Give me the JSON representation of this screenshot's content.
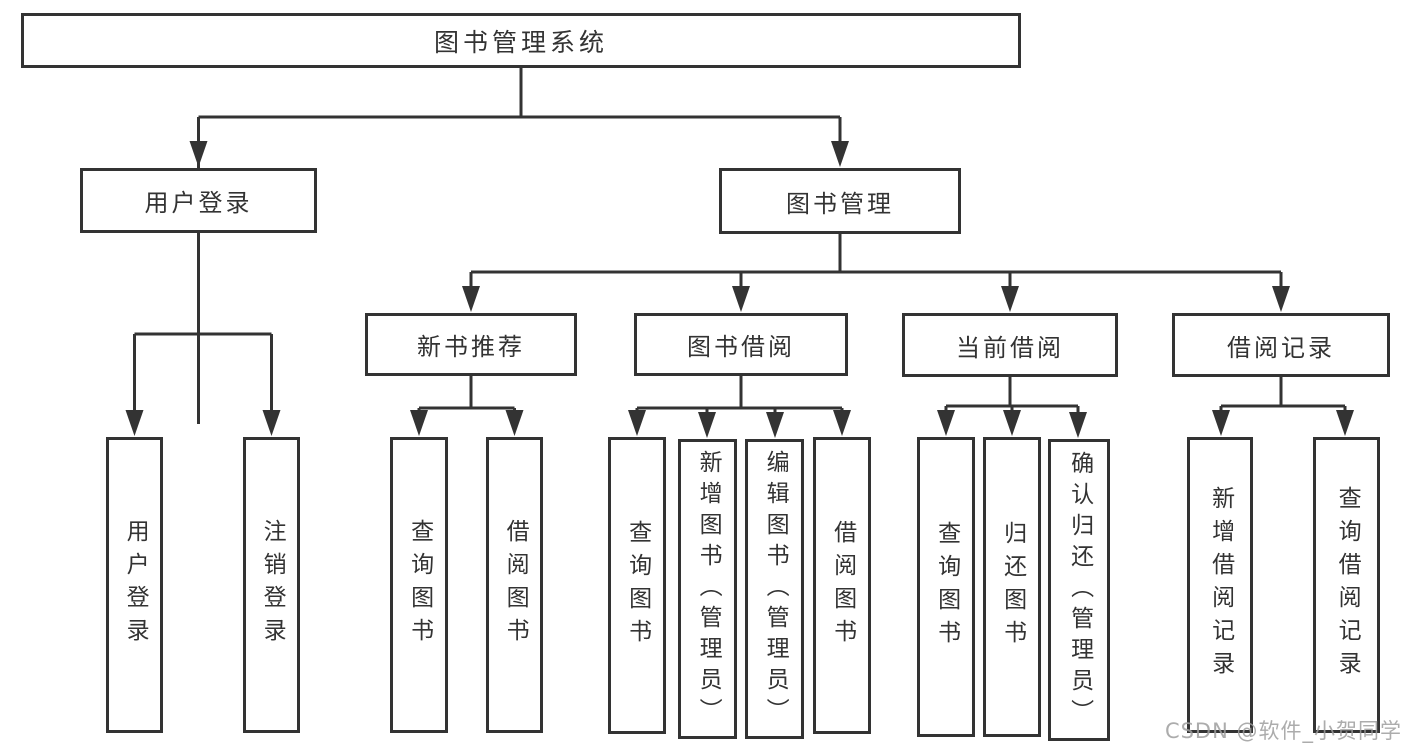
{
  "nodes": {
    "root": "图书管理系统",
    "user_login": "用户登录",
    "book_mgmt": "图书管理",
    "new_book_rec": "新书推荐",
    "book_borrow": "图书借阅",
    "current_borrow": "当前借阅",
    "borrow_record": "借阅记录",
    "leaf_user_login": "用户登录",
    "leaf_logout": "注销登录",
    "leaf_query_book_1": "查询图书",
    "leaf_borrow_book_1": "借阅图书",
    "leaf_query_book_2": "查询图书",
    "leaf_add_book": "新增图书（管理员）",
    "leaf_edit_book": "编辑图书（管理员）",
    "leaf_borrow_book_2": "借阅图书",
    "leaf_query_book_3": "查询图书",
    "leaf_return_book": "归还图书",
    "leaf_confirm_return": "确认归还（管理员）",
    "leaf_add_record": "新增借阅记录",
    "leaf_query_record": "查询借阅记录"
  },
  "structure": {
    "图书管理系统": {
      "用户登录": [
        "用户登录",
        "注销登录"
      ],
      "图书管理": {
        "新书推荐": [
          "查询图书",
          "借阅图书"
        ],
        "图书借阅": [
          "查询图书",
          "新增图书（管理员）",
          "编辑图书（管理员）",
          "借阅图书"
        ],
        "当前借阅": [
          "查询图书",
          "归还图书",
          "确认归还（管理员）"
        ],
        "借阅记录": [
          "新增借阅记录",
          "查询借阅记录"
        ]
      }
    }
  },
  "watermark": "CSDN @软件_小贺同学",
  "colors": {
    "line": "#333333",
    "text": "#333333",
    "box_background": "#ffffff",
    "page_background": "#ffffff",
    "watermark": "#9e9e9e"
  }
}
